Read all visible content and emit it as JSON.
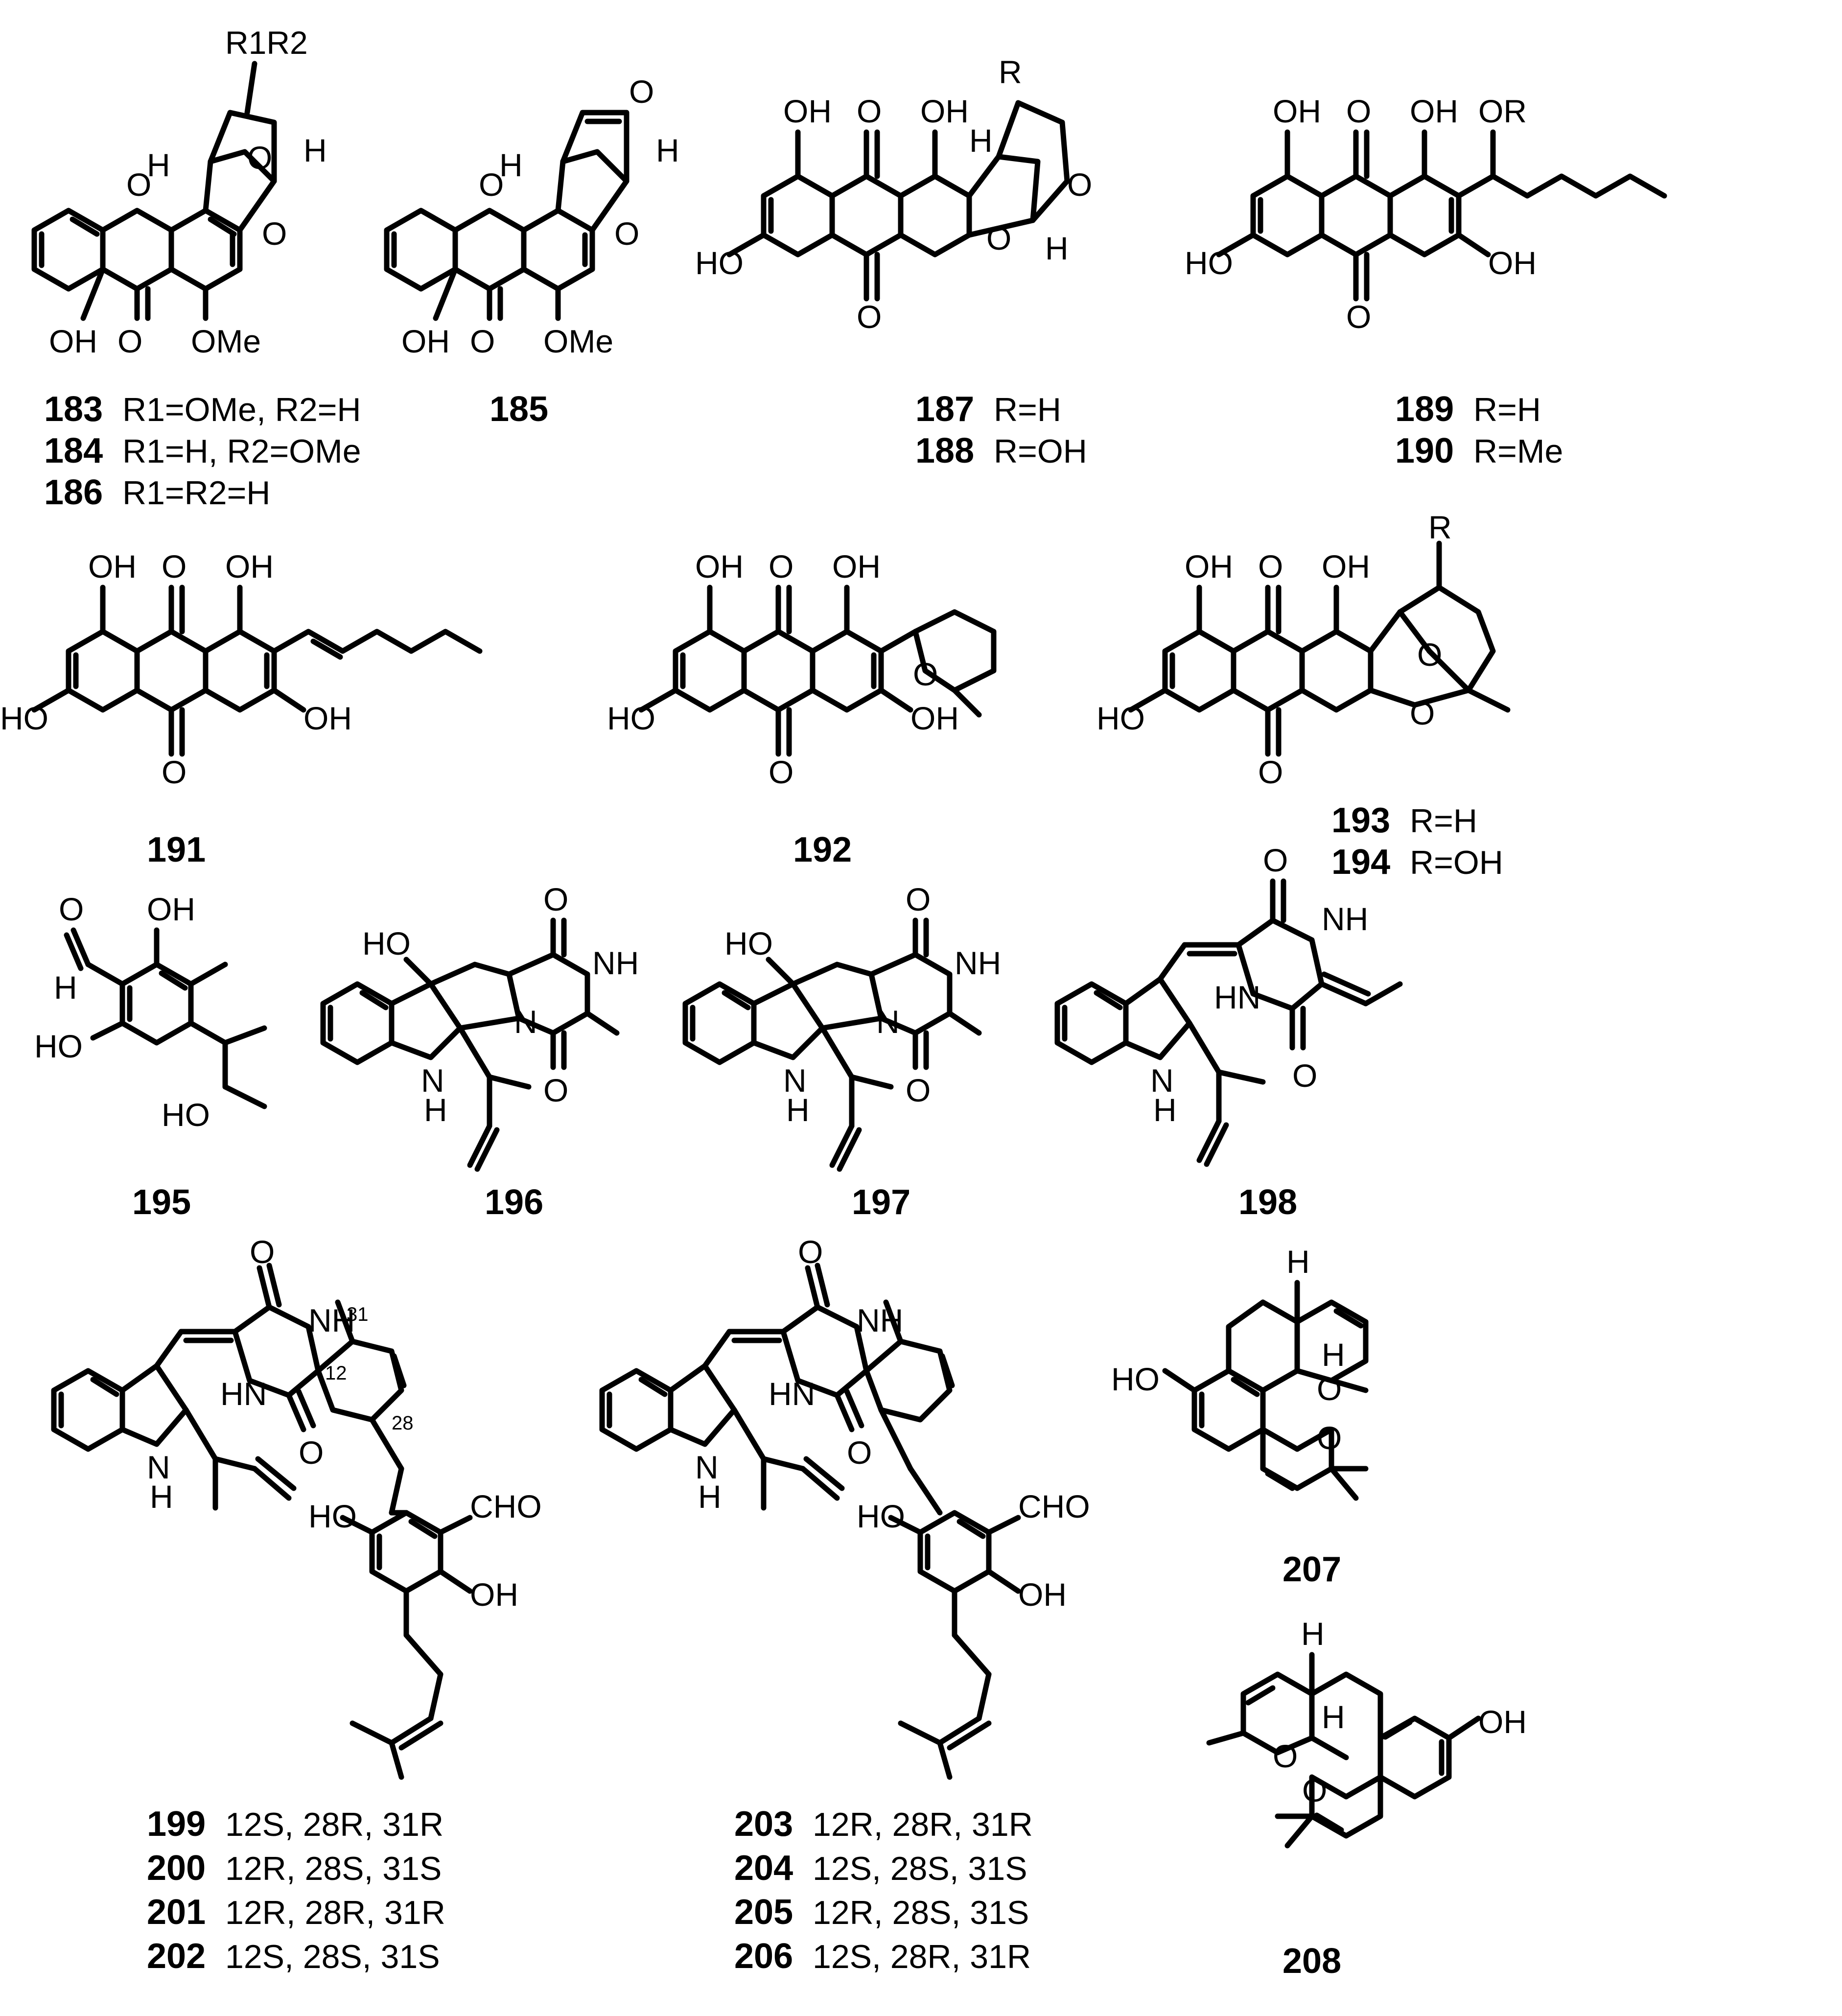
{
  "compounds": {
    "c183": {
      "num": "183",
      "sub": "R1=OMe, R2=H"
    },
    "c184": {
      "num": "184",
      "sub": "R1=H, R2=OMe"
    },
    "c185": {
      "num": "185"
    },
    "c186": {
      "num": "186",
      "sub": "R1=R2=H"
    },
    "c187": {
      "num": "187",
      "sub": "R=H"
    },
    "c188": {
      "num": "188",
      "sub": "R=OH"
    },
    "c189": {
      "num": "189",
      "sub": "R=H"
    },
    "c190": {
      "num": "190",
      "sub": "R=Me"
    },
    "c191": {
      "num": "191"
    },
    "c192": {
      "num": "192"
    },
    "c193": {
      "num": "193",
      "sub": "R=H"
    },
    "c194": {
      "num": "194",
      "sub": "R=OH"
    },
    "c195": {
      "num": "195"
    },
    "c196": {
      "num": "196"
    },
    "c197": {
      "num": "197"
    },
    "c198": {
      "num": "198"
    },
    "c199": {
      "num": "199",
      "config": "12S, 28R, 31R"
    },
    "c200": {
      "num": "200",
      "config": "12R, 28S, 31S"
    },
    "c201": {
      "num": "201",
      "config": "12R, 28R, 31R"
    },
    "c202": {
      "num": "202",
      "config": "12S, 28S, 31S"
    },
    "c203": {
      "num": "203",
      "config": "12R, 28R, 31R"
    },
    "c204": {
      "num": "204",
      "config": "12S, 28S, 31S"
    },
    "c205": {
      "num": "205",
      "config": "12R, 28S, 31S"
    },
    "c206": {
      "num": "206",
      "config": "12S, 28R, 31R"
    },
    "c207": {
      "num": "207"
    },
    "c208": {
      "num": "208"
    }
  },
  "atoms": {
    "OH": "OH",
    "HO": "HO",
    "O": "O",
    "H": "H",
    "R": "R",
    "OR": "OR",
    "OMe": "OMe",
    "NH": "NH",
    "HN": "HN",
    "N": "N",
    "CHO": "CHO",
    "R1R2": "R1R2",
    "n12": "12",
    "n28": "28",
    "n31": "31"
  }
}
